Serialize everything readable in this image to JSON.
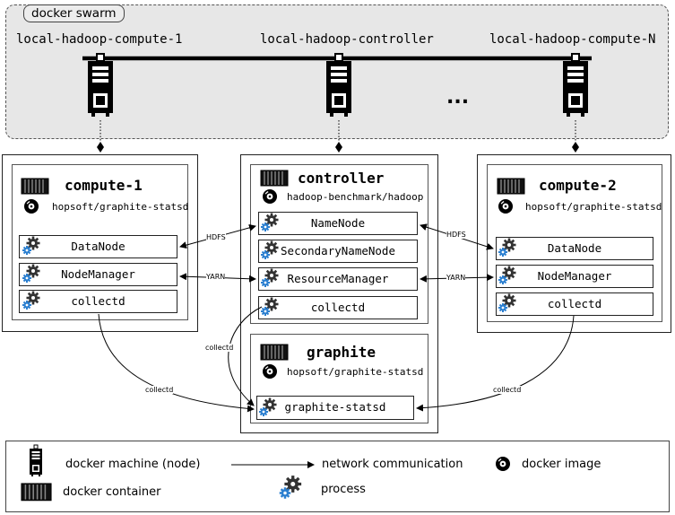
{
  "swarm": {
    "label": "docker swarm",
    "hosts": [
      "local-hadoop-compute-1",
      "local-hadoop-controller",
      "local-hadoop-compute-N"
    ],
    "ellipsis": "..."
  },
  "compute1": {
    "title": "compute-1",
    "image": "hopsoft/graphite-statsd",
    "processes": [
      "DataNode",
      "NodeManager",
      "collectd"
    ]
  },
  "controller": {
    "title": "controller",
    "image": "hadoop-benchmark/hadoop",
    "processes": [
      "NameNode",
      "SecondaryNameNode",
      "ResourceManager",
      "collectd"
    ]
  },
  "graphite": {
    "title": "graphite",
    "image": "hopsoft/graphite-statsd",
    "process": "graphite-statsd"
  },
  "compute2": {
    "title": "compute-2",
    "image": "hopsoft/graphite-statsd",
    "processes": [
      "DataNode",
      "NodeManager",
      "collectd"
    ]
  },
  "edges": {
    "hdfs": "HDFS",
    "yarn": "YARN",
    "collectd": "collectd"
  },
  "legend": {
    "machine": "docker machine (node)",
    "network": "network communication",
    "image": "docker image",
    "container": "docker container",
    "process": "process"
  },
  "colors": {
    "swarm_bg": "#e7e7e7",
    "gear_blue": "#2b7fd0",
    "gear_dark": "#333333"
  }
}
